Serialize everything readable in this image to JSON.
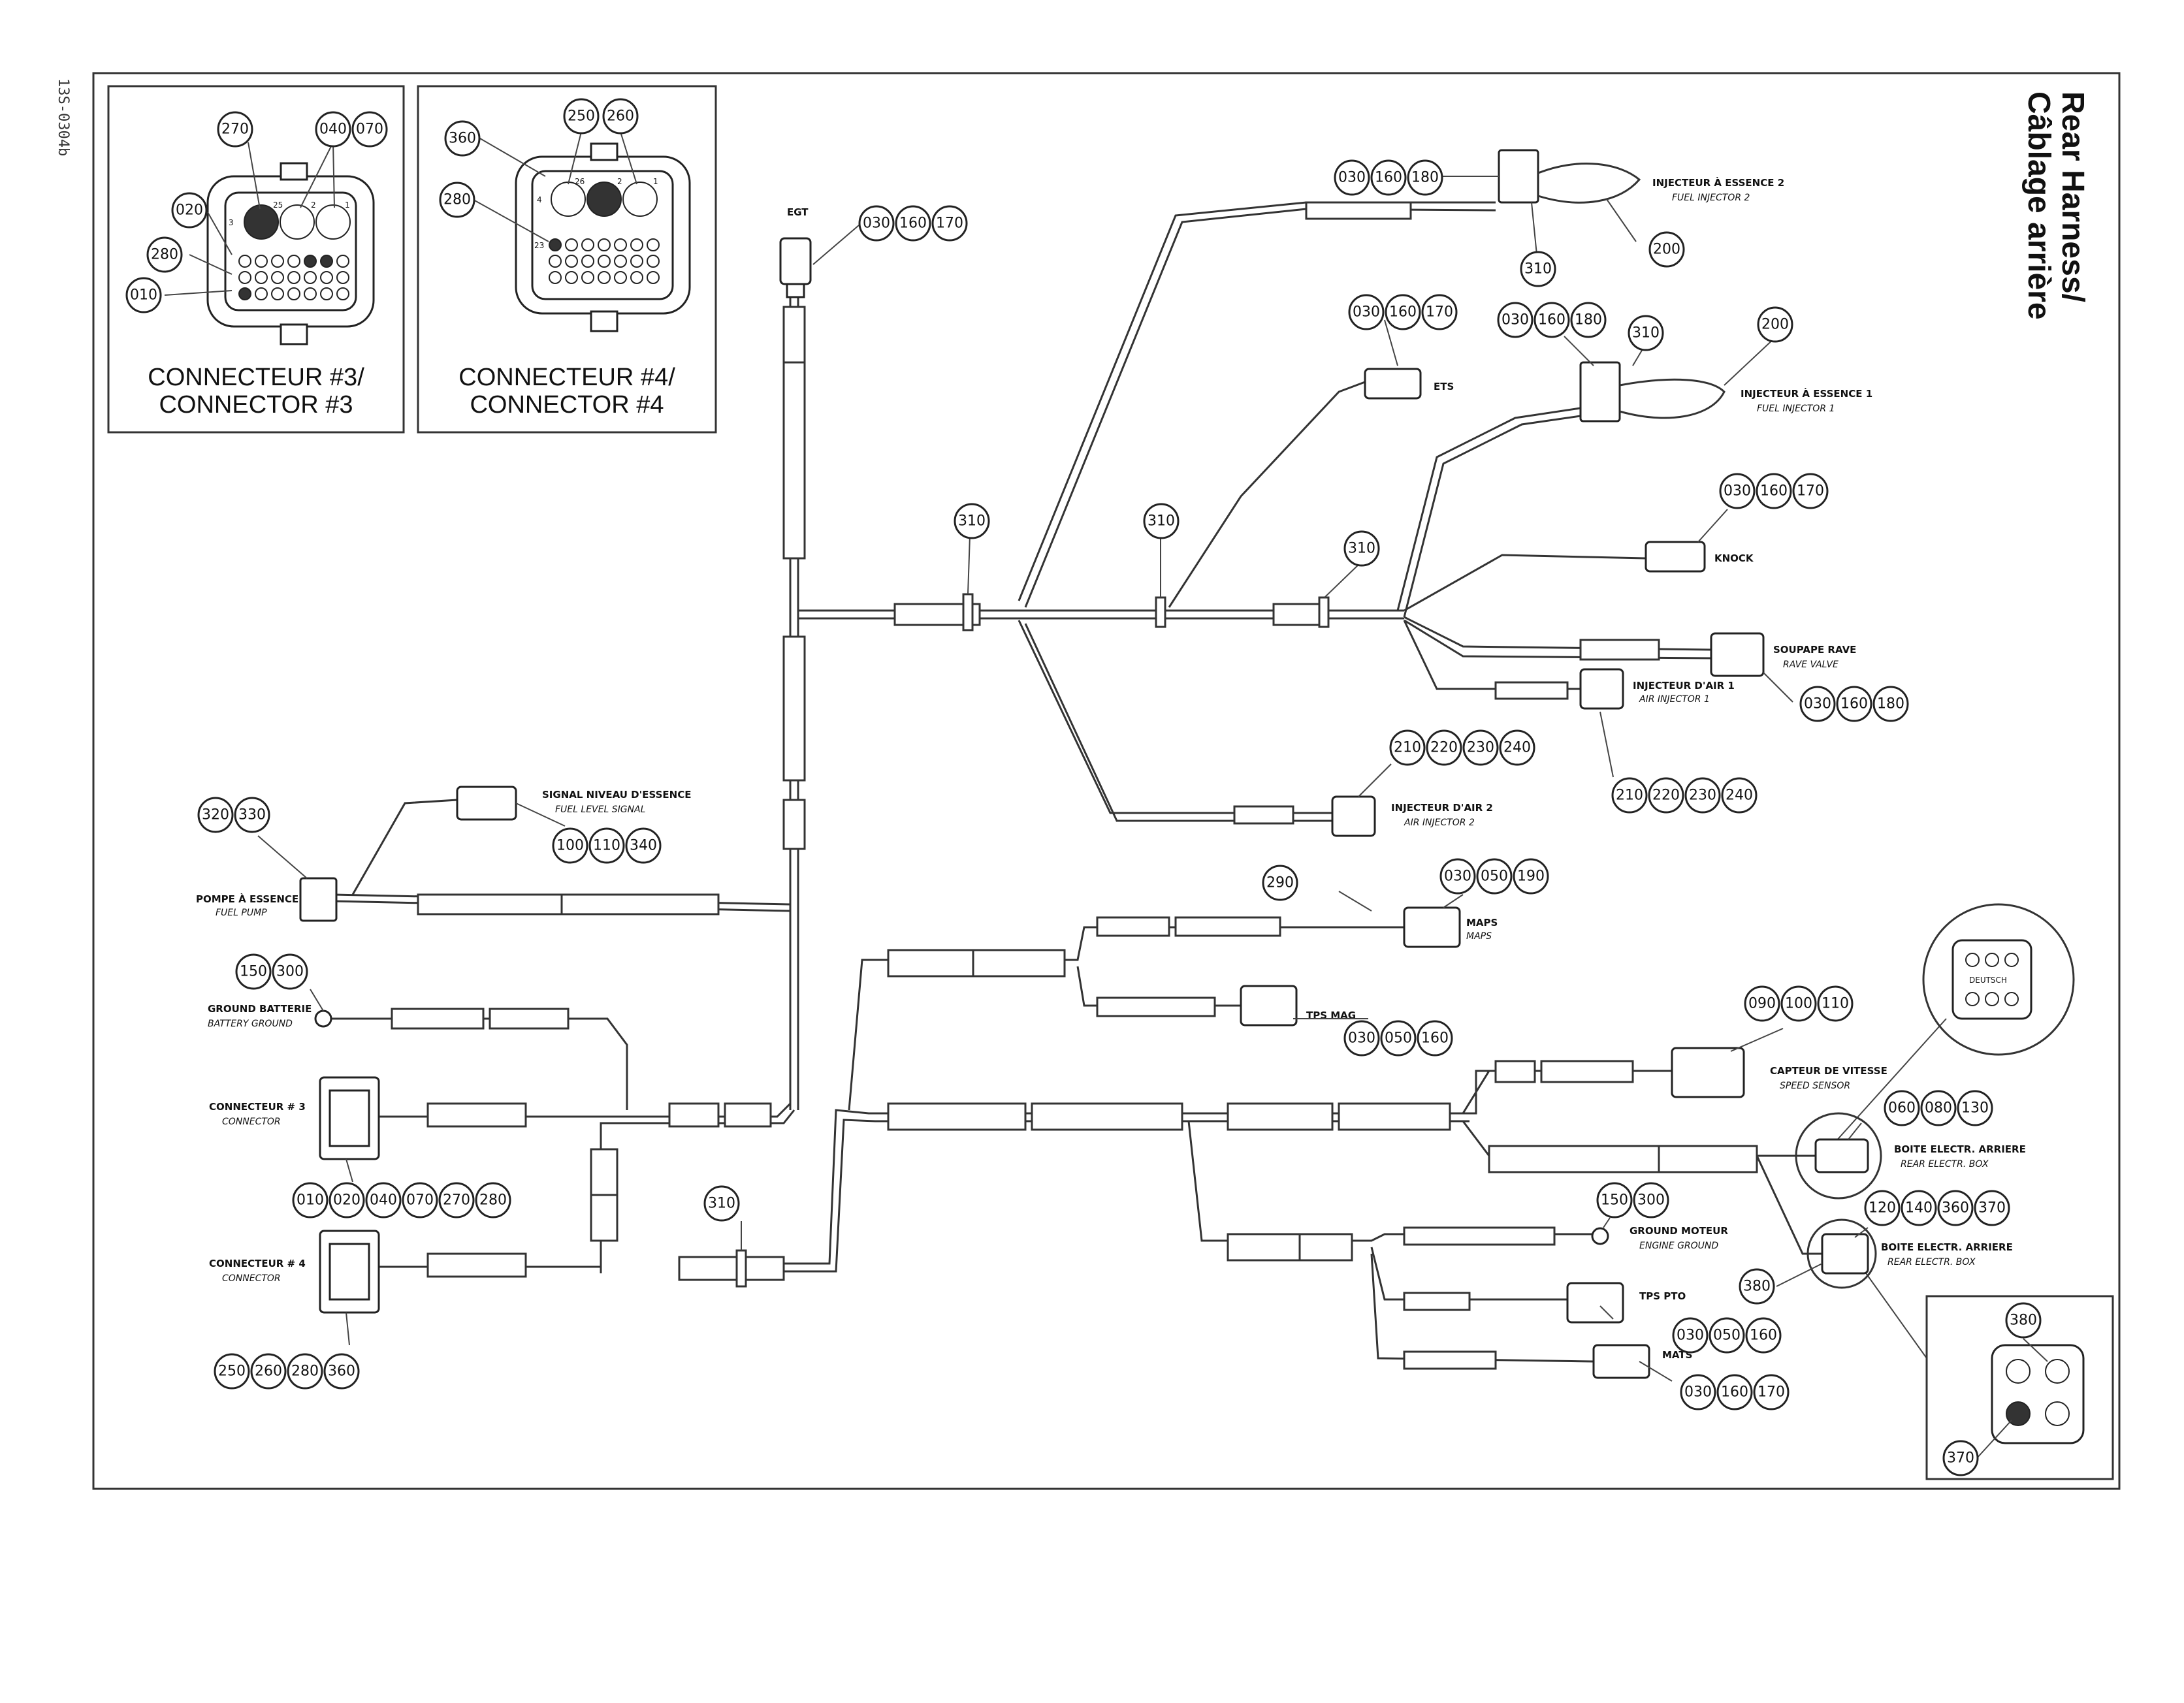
{
  "drawing_id": "13S-0304b",
  "title": {
    "line1": "Rear Harness/",
    "line2": "Câblage arrière"
  },
  "detail_boxes": {
    "connector3": {
      "line1": "CONNECTEUR #3/",
      "line2": "CONNECTOR #3",
      "callouts": [
        "270",
        "040",
        "070",
        "020",
        "280",
        "010"
      ],
      "pins": [
        "3",
        "25",
        "2",
        "1"
      ]
    },
    "connector4": {
      "line1": "CONNECTEUR #4/",
      "line2": "CONNECTOR #4",
      "callouts": [
        "360",
        "250",
        "260",
        "280"
      ],
      "pins": [
        "4",
        "26",
        "2",
        "1",
        "23"
      ]
    }
  },
  "labels": {
    "egt": "EGT",
    "ets": "ETS",
    "knock": "KNOCK",
    "fuel_injector_2": {
      "fr": "INJECTEUR À ESSENCE 2",
      "en": "FUEL INJECTOR 2"
    },
    "fuel_injector_1": {
      "fr": "INJECTEUR À ESSENCE 1",
      "en": "FUEL INJECTOR 1"
    },
    "rave_valve": {
      "fr": "SOUPAPE RAVE",
      "en": "RAVE VALVE"
    },
    "air_injector_1": {
      "fr": "INJECTEUR D'AIR 1",
      "en": "AIR INJECTOR 1"
    },
    "air_injector_2": {
      "fr": "INJECTEUR D'AIR 2",
      "en": "AIR INJECTOR 2"
    },
    "fuel_level": {
      "fr": "SIGNAL NIVEAU D'ESSENCE",
      "en": "FUEL LEVEL SIGNAL"
    },
    "fuel_pump": {
      "fr": "POMPE À ESSENCE",
      "en": "FUEL PUMP"
    },
    "battery_ground": {
      "fr": "GROUND BATTERIE",
      "en": "BATTERY GROUND"
    },
    "connector_3": {
      "fr": "CONNECTEUR # 3",
      "en": "CONNECTOR"
    },
    "connector_4": {
      "fr": "CONNECTEUR # 4",
      "en": "CONNECTOR"
    },
    "maps": {
      "fr": "MAPS",
      "en": "MAPS"
    },
    "tps_mag": "TPS MAG",
    "speed_sensor": {
      "fr": "CAPTEUR DE VITESSE",
      "en": "SPEED SENSOR"
    },
    "rear_box_1": {
      "fr": "BOITE ELECTR. ARRIERE",
      "en": "REAR ELECTR. BOX"
    },
    "rear_box_2": {
      "fr": "BOITE ELECTR. ARRIERE",
      "en": "REAR ELECTR. BOX"
    },
    "engine_ground": {
      "fr": "GROUND MOTEUR",
      "en": "ENGINE GROUND"
    },
    "tps_pto": "TPS PTO",
    "mats": "MATS",
    "deutsch": "DEUTSCH"
  },
  "callout_groups": {
    "egt": [
      "030",
      "160",
      "170"
    ],
    "inj2": [
      "030",
      "160",
      "180"
    ],
    "inj2_clip": [
      "310"
    ],
    "inj2_loop": [
      "200"
    ],
    "ets": [
      "030",
      "160",
      "170"
    ],
    "inj1": [
      "030",
      "160",
      "180"
    ],
    "inj1_clip": [
      "310"
    ],
    "inj1_loop": [
      "200"
    ],
    "knock": [
      "030",
      "160",
      "170"
    ],
    "clip_a": [
      "310"
    ],
    "clip_b": [
      "310"
    ],
    "clip_c": [
      "310"
    ],
    "rave": [
      "030",
      "160",
      "180"
    ],
    "air1": [
      "210",
      "220",
      "230",
      "240"
    ],
    "air2": [
      "210",
      "220",
      "230",
      "240"
    ],
    "fuel_pump": [
      "320",
      "330"
    ],
    "fuel_level": [
      "100",
      "110",
      "340"
    ],
    "maps_loop": [
      "290"
    ],
    "maps": [
      "030",
      "050",
      "190"
    ],
    "tps_mag": [
      "030",
      "050",
      "160"
    ],
    "battery_ground": [
      "150",
      "300"
    ],
    "conn3": [
      "010",
      "020",
      "040",
      "070",
      "270",
      "280"
    ],
    "conn4": [
      "250",
      "260",
      "280",
      "360"
    ],
    "clip_d": [
      "310"
    ],
    "speed": [
      "090",
      "100",
      "110"
    ],
    "rear_box_1": [
      "060",
      "080",
      "130"
    ],
    "rear_box_2": [
      "120",
      "140",
      "360",
      "370"
    ],
    "box_380": [
      "380"
    ],
    "engine_ground": [
      "150",
      "300"
    ],
    "tps_pto": [
      "030",
      "050",
      "160"
    ],
    "mats": [
      "030",
      "160",
      "170"
    ],
    "detail_380": [
      "380"
    ],
    "detail_370": [
      "370"
    ]
  },
  "colors": {
    "line": "#333333",
    "background": "#ffffff",
    "dark_fill": "#333333"
  }
}
